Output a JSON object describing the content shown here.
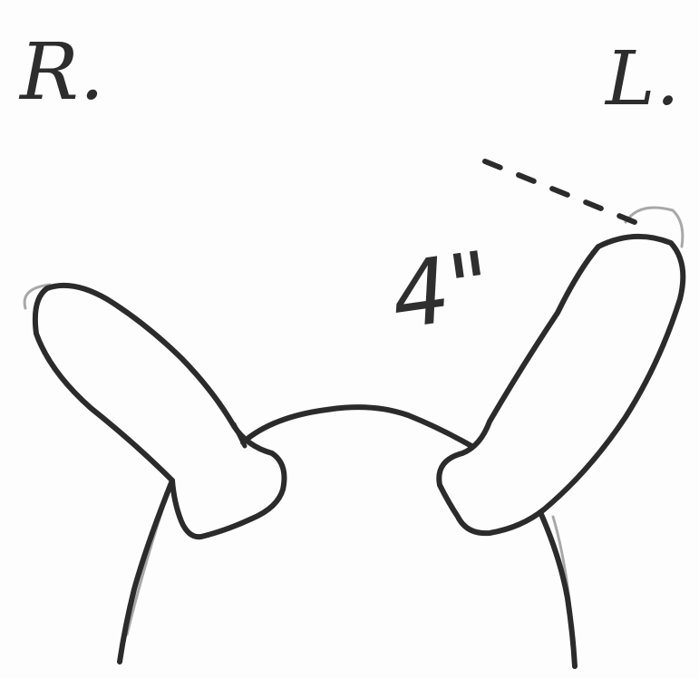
{
  "labels": {
    "right": "R.",
    "left": "L.",
    "measurement": "4\""
  },
  "colors": {
    "ink": "#2b2b2b",
    "shadow": "#9a9a9a",
    "paper": "#fdfdfd"
  }
}
